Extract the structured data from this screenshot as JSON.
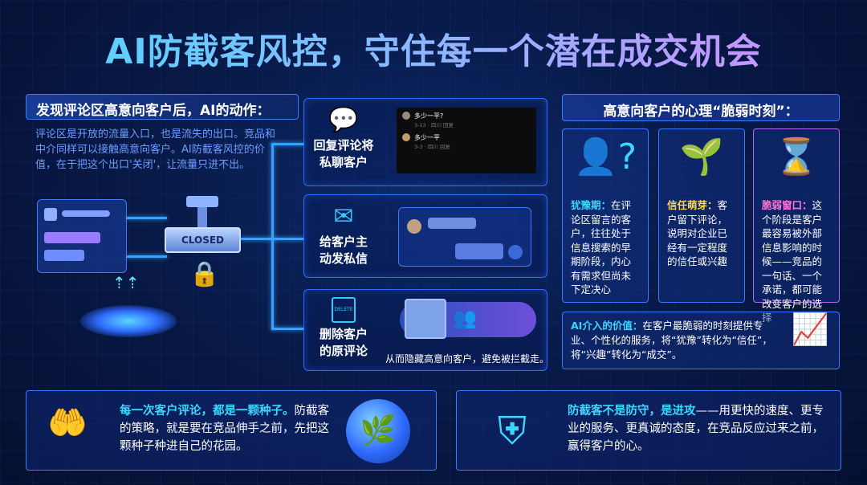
{
  "title": "AI防截客风控，守住每一个潜在成交机会",
  "left": {
    "heading": "发现评论区高意向客户后，AI的动作：",
    "description": "评论区是开放的流量入口，也是流失的出口。竞品和中介同样可以接触高意向客户。AI防截客风控的价值，在于把这个出口'关闭'，让流量只进不出。",
    "valve_label": "CLOSED"
  },
  "actions": [
    {
      "label_line1": "回复评论将",
      "label_line2": "私聊客户",
      "icon": "chat-bubble-icon"
    },
    {
      "label_line1": "给客户主",
      "label_line2": "动发私信",
      "icon": "envelope-icon"
    },
    {
      "label_line1": "删除客户",
      "label_line2": "的原评论",
      "icon": "trash-delete-icon"
    }
  ],
  "delete_icon_text": "DELETE",
  "chat_screenshot": {
    "msg1": "多少一平?",
    "meta1": "3-13 · 四川",
    "reply1": "回复",
    "msg2": "多少一平",
    "meta2": "3-3 · 四川",
    "reply2": "回复"
  },
  "hide_caption": "从而隐藏高意向客户，避免被拦截走。",
  "right": {
    "heading": "高意向客户的心理“脆弱时刻”：",
    "cards": [
      {
        "title": "犹豫期：",
        "body": "在评论区留言的客户，往往处于信息搜索的早期阶段，内心有需求但尚未下定决心",
        "icon": "user-question-icon"
      },
      {
        "title": "信任萌芽：",
        "body": "客户留下评论，说明对企业已经有一定程度的信任或兴趣",
        "icon": "sprout-icon"
      },
      {
        "title": "脆弱窗口：",
        "body": "这个阶段是客户最容易被外部信息影响的时候——竞品的一句话、一个承诺，都可能改变客户的选择",
        "icon": "hourglass-icon"
      }
    ],
    "ai_value_title": "AI介入的价值：",
    "ai_value_body": "在客户最脆弱的时刻提供专业、个性化的服务，将“犹豫”转化为“信任”，将“兴趣”转化为“成交”。"
  },
  "bottom": {
    "left_highlight": "每一次客户评论，都是一颗种子。",
    "left_body": "防截客的策略，就是要在竞品伸手之前，先把这颗种子种进自己的花园。",
    "right_highlight": "防截客不是防守，是进攻",
    "right_body": "——用更快的速度、更专业的服务、更真诚的态度，在竞品反应过来之前，赢得客户的心。"
  },
  "colors": {
    "accent_cyan": "#3cd7ff",
    "accent_yellow": "#ffd84a",
    "accent_pink": "#ff7ad9",
    "border_blue": "#2f6bff"
  }
}
